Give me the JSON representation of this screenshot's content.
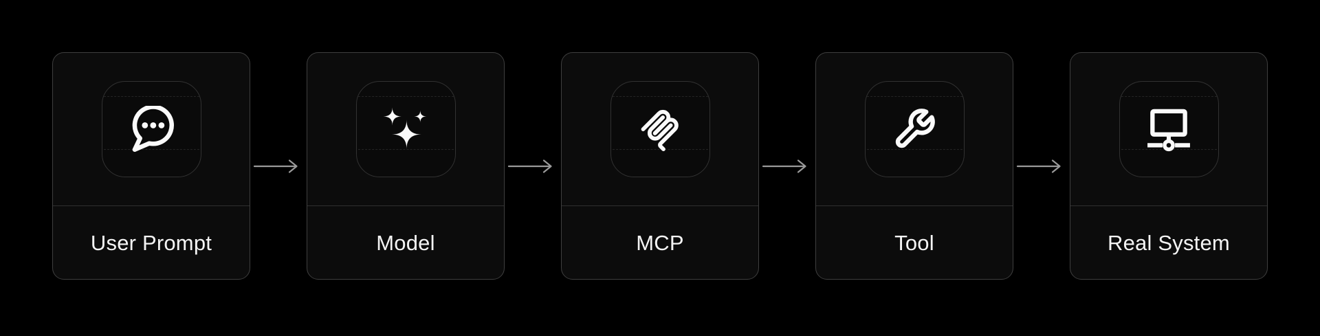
{
  "diagram": {
    "nodes": [
      {
        "label": "User Prompt",
        "icon": "chat-bubble-ellipsis-icon"
      },
      {
        "label": "Model",
        "icon": "sparkles-icon"
      },
      {
        "label": "MCP",
        "icon": "mcp-logo-icon"
      },
      {
        "label": "Tool",
        "icon": "wrench-icon"
      },
      {
        "label": "Real System",
        "icon": "network-monitor-icon"
      }
    ],
    "connectors": {
      "count": 4,
      "style": "right-arrow"
    },
    "colors": {
      "background": "#000000",
      "card_background": "#0c0c0c",
      "card_border": "#3f3f3f",
      "divider": "#2f2f2f",
      "icon_tile_background": "#0a0a0a",
      "icon_tile_border": "#323232",
      "icon_tile_dash": "#242424",
      "icon_color": "#fafafa",
      "label_color": "#f4f4f4",
      "arrow_color": "#9a9a9a"
    }
  }
}
